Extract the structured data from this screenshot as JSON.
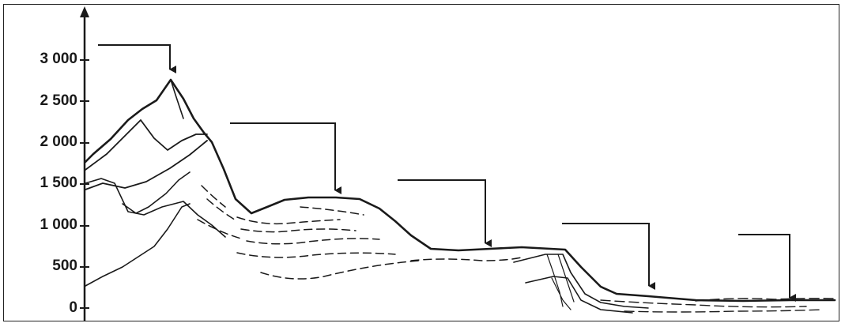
{
  "diagram": {
    "colors": {
      "ink": "#1a1a1a",
      "background": "#ffffff"
    },
    "axis": {
      "y_ticks": [
        {
          "value": 3000,
          "label": "3 000"
        },
        {
          "value": 2500,
          "label": "2 500"
        },
        {
          "value": 2000,
          "label": "2 000"
        },
        {
          "value": 1500,
          "label": "1 500"
        },
        {
          "value": 1000,
          "label": "1 000"
        },
        {
          "value": 500,
          "label": "500"
        },
        {
          "value": 0,
          "label": "0"
        }
      ]
    },
    "arrows_count": 5
  }
}
